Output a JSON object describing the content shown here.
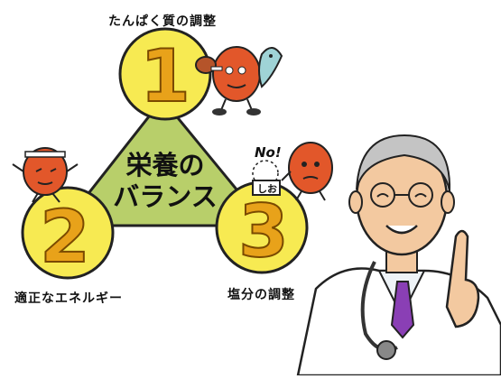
{
  "diagram": {
    "center_line1": "栄養の",
    "center_line2": "バランス",
    "nodes": [
      {
        "number": "1",
        "label": "たんぱく質の調整"
      },
      {
        "number": "2",
        "label": "適正なエネルギー"
      },
      {
        "number": "3",
        "label": "塩分の調整"
      }
    ],
    "no_bubble": "No!",
    "salt_label": "しお",
    "colors": {
      "triangle": "#b8cf6a",
      "circle_fill": "#f7ea52",
      "number_fill": "#e8a21a",
      "character": "#e2572a",
      "coat": "#ffffff",
      "tie": "#8a3fb5"
    }
  }
}
